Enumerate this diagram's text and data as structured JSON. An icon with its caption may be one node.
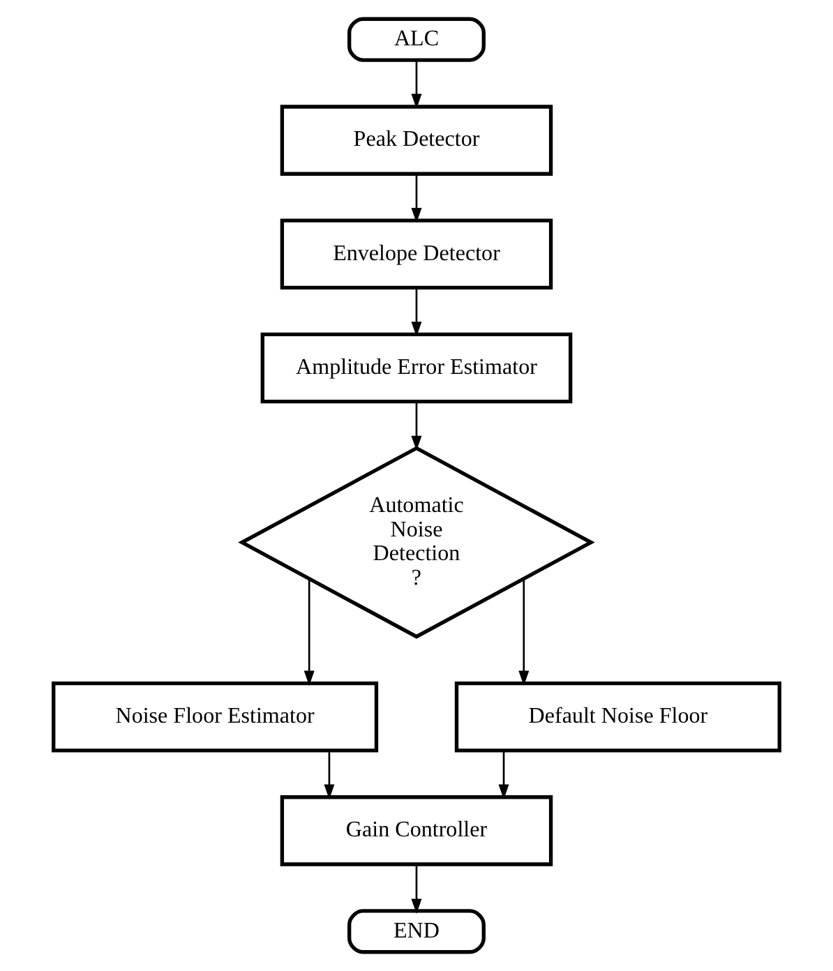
{
  "diagram": {
    "nodes": [
      {
        "text": [
          "ALC"
        ]
      },
      {
        "text": [
          "Peak Detector"
        ]
      },
      {
        "text": [
          "Envelope Detector"
        ]
      },
      {
        "text": [
          "Amplitude Error Estimator"
        ]
      },
      {
        "text": [
          "Automatic Noise Detection ?"
        ]
      },
      {
        "text": [
          "Noise Floor Estimator"
        ]
      },
      {
        "text": [
          "Default Noise Floor"
        ]
      },
      {
        "text": [
          "Gain Controller"
        ]
      },
      {
        "text": [
          "END"
        ]
      }
    ],
    "edges": [
      {
        "from": 0,
        "to": 1,
        "arrow": "to"
      },
      {
        "from": 1,
        "to": 2,
        "arrow": "to"
      },
      {
        "from": 2,
        "to": 3,
        "arrow": "to"
      },
      {
        "from": 3,
        "to": 4,
        "arrow": "to"
      },
      {
        "from": 4,
        "to": 5,
        "arrow": "to"
      },
      {
        "from": 4,
        "to": 6,
        "arrow": "to"
      },
      {
        "from": 5,
        "to": 7,
        "arrow": "to"
      },
      {
        "from": 6,
        "to": 7,
        "arrow": "to"
      },
      {
        "from": 7,
        "to": 8,
        "arrow": "to"
      }
    ]
  }
}
